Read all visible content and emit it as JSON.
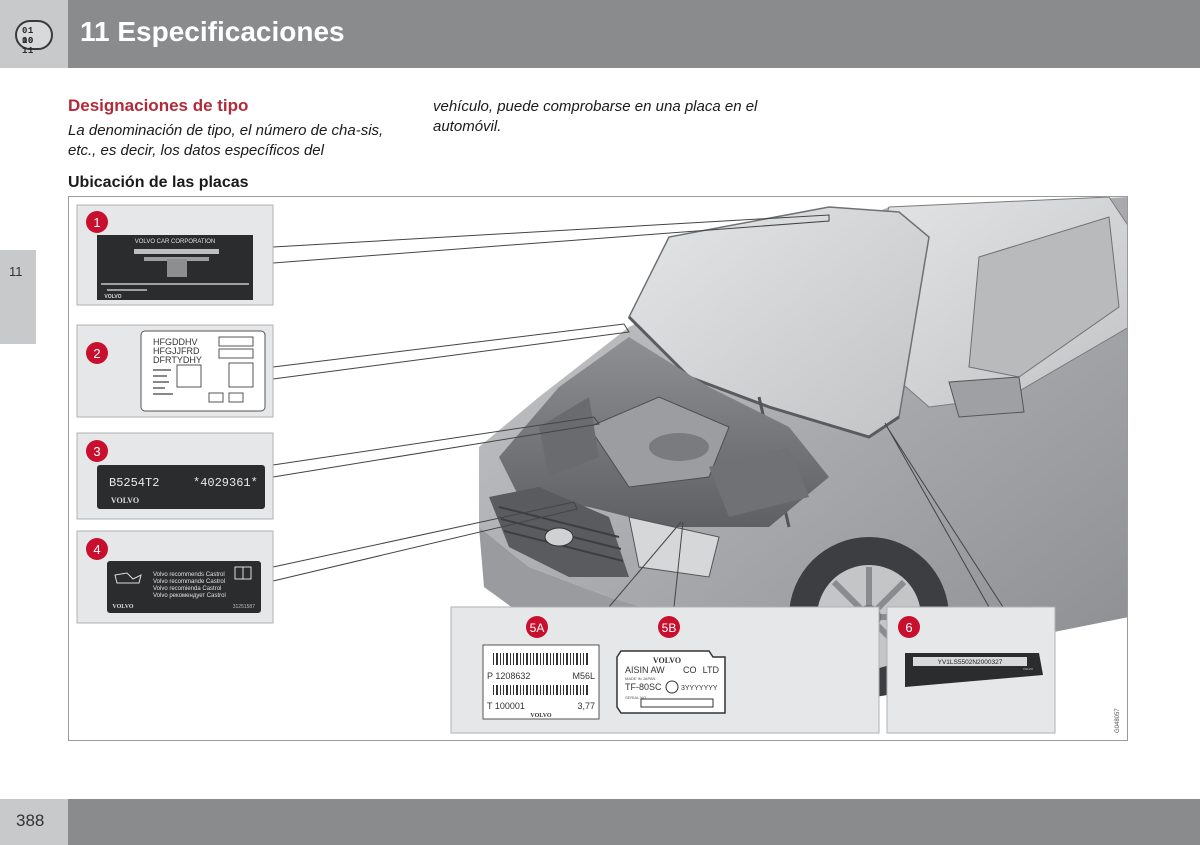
{
  "header": {
    "badge_line1": "01 10",
    "badge_line2": "00 11",
    "title": "11 Especificaciones"
  },
  "side_tab": {
    "label": "11"
  },
  "section": {
    "heading": "Designaciones de tipo",
    "intro_left": "La denominación de tipo, el número de cha-sis, etc., es decir, los datos específicos del",
    "intro_right": "vehículo, puede comprobarse en una placa en el automóvil.",
    "subheading": "Ubicación de las placas"
  },
  "figure": {
    "callouts": [
      "1",
      "2",
      "3",
      "4",
      "5A",
      "5B",
      "6"
    ],
    "plate1": {
      "title": "VOLVO CAR CORPORATION",
      "brand": "VOLVO"
    },
    "plate2": {
      "lines": [
        "HFGDDHV",
        "HFGJJFRD",
        "DFRTYDHY"
      ]
    },
    "plate3": {
      "code": "B5254T2",
      "serial": "*4029361*",
      "brand": "VOLVO"
    },
    "plate4": {
      "lines": [
        "Volvo recommends Castrol",
        "Volvo recommande Castrol",
        "Volvo recomienda Castrol",
        "Volvo рекомендует Castrol"
      ],
      "brand": "VOLVO",
      "code": "31251587"
    },
    "plate5a": {
      "part": "P 1208632",
      "model": "M56L",
      "serial": "T 100001",
      "ratio": "3,77",
      "brand": "VOLVO"
    },
    "plate5b": {
      "brand": "VOLVO",
      "maker": "AISIN AW",
      "co": "CO",
      "ltd": "LTD",
      "origin": "MADE IN JAPAN",
      "model": "TF-80SC",
      "serial": "3YYYYYYY",
      "serial_label": "SERIAL NO"
    },
    "plate6": {
      "vin": "YV1LS5502N2000327",
      "brand": "VOLVO"
    },
    "image_code": "G048057"
  },
  "footer": {
    "page_number": "388"
  },
  "colors": {
    "accent": "#b22a3a",
    "callout": "#c8102e",
    "bar": "#8a8b8d",
    "tab": "#c8c9cb"
  }
}
